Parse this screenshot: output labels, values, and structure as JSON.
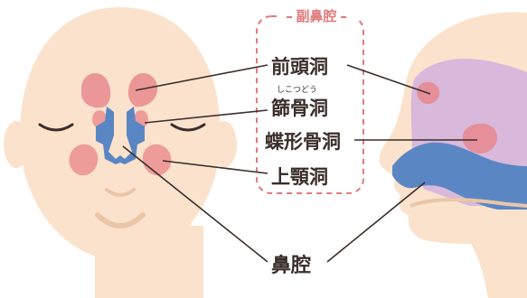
{
  "header": {
    "title": "副鼻腔"
  },
  "labels": {
    "frontal": "前頭洞",
    "ethmoid": "篩骨洞",
    "ethmoid_reading": "しこつどう",
    "sphenoid": "蝶形骨洞",
    "maxillary": "上顎洞",
    "nasal_cavity": "鼻腔"
  },
  "colors": {
    "skin": "#fbe2cc",
    "skin_outline": "#e9c6a8",
    "sinus_pink": "#e9848a",
    "nasal_blue": "#5b86c4",
    "side_lavender": "#d8b9dc",
    "header_pink": "#e07a7a",
    "text": "#3a2e2a",
    "line": "#3a2e2a"
  }
}
